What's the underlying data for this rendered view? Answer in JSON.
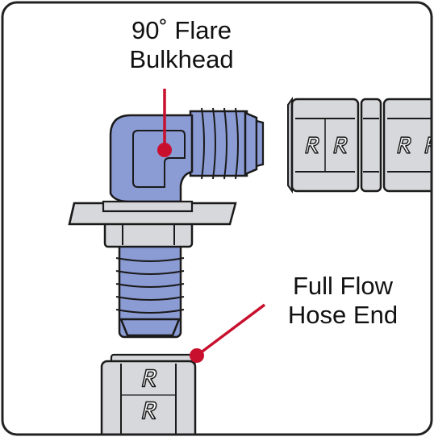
{
  "labels": {
    "bulkhead_line1": "90˚ Flare",
    "bulkhead_line2": "Bulkhead",
    "hose_line1": "Full Flow",
    "hose_line2": "Hose End"
  },
  "icons": {
    "brand_logo": "R-logo-icon",
    "callout_marker": "callout-dot-icon"
  },
  "colors": {
    "fitting_blue": "#8b9bd3",
    "fitting_blue_dark": "#6f80bd",
    "hose_end_grey": "#d6d8db",
    "hose_end_grey_dark": "#b9bcc0",
    "outline": "#1a1a1a",
    "callout_red": "#c8102e",
    "frame": "#222222"
  }
}
